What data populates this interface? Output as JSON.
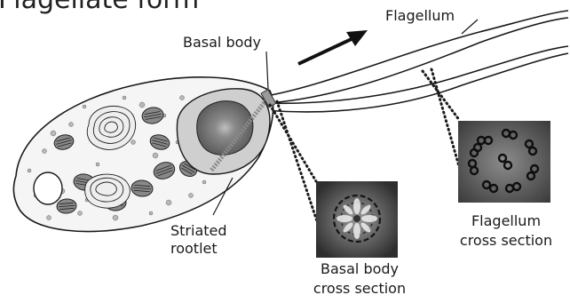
{
  "title": "Flagellate form",
  "labels": {
    "flagellum": "Flagellum",
    "basal_body": "Basal body",
    "striated_rootlet_line1": "Striated",
    "striated_rootlet_line2": "rootlet",
    "basal_cross_line1": "Basal body",
    "basal_cross_line2": "cross section",
    "flag_cross_line1": "Flagellum",
    "flag_cross_line2": "cross section"
  },
  "colors": {
    "outline": "#1a1a1a",
    "cell_fill": "#f7f7f7",
    "nucleus_outer": "#c9c9c9",
    "nucleus_inner": "#6b6b6b",
    "rootlet": "#8a8a8a",
    "micrograph_bg": "#5a5a5a"
  }
}
